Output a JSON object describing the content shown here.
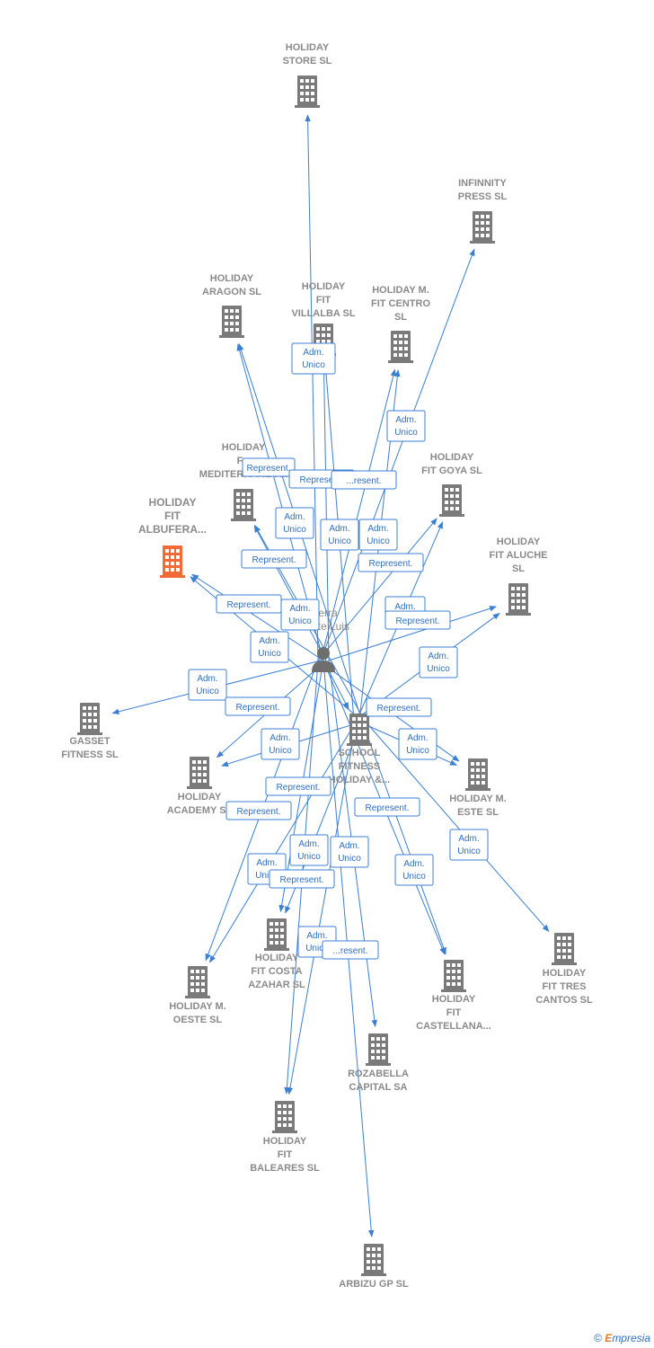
{
  "colors": {
    "edge": "#3b7fd4",
    "building": "#7a7a7a",
    "highlight_building": "#f06a35",
    "label_text": "#2f6fc2",
    "node_text": "#8a8a8a"
  },
  "person": {
    "id": "person",
    "lines": [
      "...erra",
      "...uste Luis"
    ],
    "icon": "person-icon"
  },
  "nodes": [
    {
      "id": "store",
      "lines": [
        "HOLIDAY",
        "STORE  SL"
      ],
      "icon": "building-icon"
    },
    {
      "id": "infinnity",
      "lines": [
        "INFINNITY",
        "PRESS SL"
      ],
      "icon": "building-icon"
    },
    {
      "id": "aragon",
      "lines": [
        "HOLIDAY",
        "ARAGON  SL"
      ],
      "icon": "building-icon"
    },
    {
      "id": "villalba",
      "lines": [
        "HOLIDAY",
        "FIT",
        "VILLALBA  SL"
      ],
      "icon": "building-icon"
    },
    {
      "id": "centro",
      "lines": [
        "HOLIDAY M.",
        "FIT CENTRO",
        "SL"
      ],
      "icon": "building-icon"
    },
    {
      "id": "mediterraneo",
      "lines": [
        "HOLIDAY",
        "F...",
        "MEDITERRANEO..."
      ],
      "icon": "building-icon"
    },
    {
      "id": "goya",
      "lines": [
        "HOLIDAY",
        "FIT GOYA  SL"
      ],
      "icon": "building-icon"
    },
    {
      "id": "albufera",
      "lines": [
        "HOLIDAY",
        "FIT",
        "ALBUFERA..."
      ],
      "icon": "building-icon",
      "highlight": true
    },
    {
      "id": "aluche",
      "lines": [
        "HOLIDAY",
        "FIT ALUCHE",
        "SL"
      ],
      "icon": "building-icon"
    },
    {
      "id": "gasset",
      "lines": [
        "GASSET",
        "FITNESS SL"
      ],
      "icon": "building-icon"
    },
    {
      "id": "school",
      "lines": [
        "SCHOOL",
        "FITNESS",
        "HOLIDAY &..."
      ],
      "icon": "building-icon"
    },
    {
      "id": "academy",
      "lines": [
        "HOLIDAY",
        "ACADEMY  SL"
      ],
      "icon": "building-icon"
    },
    {
      "id": "este",
      "lines": [
        "HOLIDAY M.",
        "ESTE  SL"
      ],
      "icon": "building-icon"
    },
    {
      "id": "costa",
      "lines": [
        "HOLIDAY",
        "FIT COSTA",
        "AZAHAR  SL"
      ],
      "icon": "building-icon"
    },
    {
      "id": "tres",
      "lines": [
        "HOLIDAY",
        "FIT TRES",
        "CANTOS  SL"
      ],
      "icon": "building-icon"
    },
    {
      "id": "oeste",
      "lines": [
        "HOLIDAY M.",
        "OESTE  SL"
      ],
      "icon": "building-icon"
    },
    {
      "id": "castellana",
      "lines": [
        "HOLIDAY",
        "FIT",
        "CASTELLANA..."
      ],
      "icon": "building-icon"
    },
    {
      "id": "rozabella",
      "lines": [
        "ROZABELLA",
        "CAPITAL SA"
      ],
      "icon": "building-icon"
    },
    {
      "id": "baleares",
      "lines": [
        "HOLIDAY",
        "FIT",
        "BALEARES  SL"
      ],
      "icon": "building-icon"
    },
    {
      "id": "arbizu",
      "lines": [
        "ARBIZU GP SL"
      ],
      "icon": "building-icon"
    }
  ],
  "edges": [
    {
      "from": "person",
      "to": "store"
    },
    {
      "from": "person",
      "to": "infinnity"
    },
    {
      "from": "person",
      "to": "aragon"
    },
    {
      "from": "school",
      "to": "aragon"
    },
    {
      "from": "person",
      "to": "villalba"
    },
    {
      "from": "school",
      "to": "villalba"
    },
    {
      "from": "person",
      "to": "centro"
    },
    {
      "from": "school",
      "to": "centro"
    },
    {
      "from": "person",
      "to": "mediterraneo"
    },
    {
      "from": "school",
      "to": "mediterraneo"
    },
    {
      "from": "person",
      "to": "goya"
    },
    {
      "from": "school",
      "to": "goya"
    },
    {
      "from": "person",
      "to": "albufera"
    },
    {
      "from": "school",
      "to": "albufera"
    },
    {
      "from": "person",
      "to": "aluche"
    },
    {
      "from": "school",
      "to": "aluche"
    },
    {
      "from": "person",
      "to": "gasset"
    },
    {
      "from": "person",
      "to": "school"
    },
    {
      "from": "person",
      "to": "academy"
    },
    {
      "from": "school",
      "to": "academy"
    },
    {
      "from": "person",
      "to": "este"
    },
    {
      "from": "school",
      "to": "este"
    },
    {
      "from": "person",
      "to": "costa"
    },
    {
      "from": "school",
      "to": "costa"
    },
    {
      "from": "school",
      "to": "tres"
    },
    {
      "from": "person",
      "to": "oeste"
    },
    {
      "from": "school",
      "to": "oeste"
    },
    {
      "from": "person",
      "to": "castellana"
    },
    {
      "from": "school",
      "to": "castellana"
    },
    {
      "from": "person",
      "to": "rozabella"
    },
    {
      "from": "person",
      "to": "baleares"
    },
    {
      "from": "school",
      "to": "baleares"
    },
    {
      "from": "person",
      "to": "arbizu"
    }
  ],
  "edge_labels": [
    {
      "id": "l1",
      "lines": [
        "Adm.",
        "Unico"
      ]
    },
    {
      "id": "l2",
      "lines": [
        "Adm.",
        "Unico"
      ]
    },
    {
      "id": "l3",
      "lines": [
        "Represent."
      ]
    },
    {
      "id": "l4",
      "lines": [
        "Represent."
      ]
    },
    {
      "id": "l5",
      "lines": [
        "...resent."
      ]
    },
    {
      "id": "l6",
      "lines": [
        "Adm.",
        "Unico"
      ]
    },
    {
      "id": "l7",
      "lines": [
        "Adm.",
        "Unico"
      ]
    },
    {
      "id": "l8",
      "lines": [
        "Adm.",
        "Unico"
      ]
    },
    {
      "id": "l9",
      "lines": [
        "Represent."
      ]
    },
    {
      "id": "l10",
      "lines": [
        "Represent."
      ]
    },
    {
      "id": "l11",
      "lines": [
        "Adm."
      ]
    },
    {
      "id": "l12",
      "lines": [
        "Represent."
      ]
    },
    {
      "id": "l13",
      "lines": [
        "Represent."
      ]
    },
    {
      "id": "l14",
      "lines": [
        "Adm.",
        "Unico"
      ]
    },
    {
      "id": "l15",
      "lines": [
        "Adm.",
        "Unico"
      ]
    },
    {
      "id": "l16",
      "lines": [
        "Adm.",
        "Unico"
      ]
    },
    {
      "id": "l17",
      "lines": [
        "Adm.",
        "Unico"
      ]
    },
    {
      "id": "l18",
      "lines": [
        "Represent."
      ]
    },
    {
      "id": "l19",
      "lines": [
        "Represent."
      ]
    },
    {
      "id": "l20",
      "lines": [
        "Adm.",
        "Unico"
      ]
    },
    {
      "id": "l21",
      "lines": [
        "Adm.",
        "Unico"
      ]
    },
    {
      "id": "l22",
      "lines": [
        "Represent."
      ]
    },
    {
      "id": "l23",
      "lines": [
        "Represent."
      ]
    },
    {
      "id": "l24",
      "lines": [
        "Represent."
      ]
    },
    {
      "id": "l25",
      "lines": [
        "Adm.",
        "Unico"
      ]
    },
    {
      "id": "l26",
      "lines": [
        "Adm.",
        "Unico"
      ]
    },
    {
      "id": "l27",
      "lines": [
        "Adm.",
        "Unico"
      ]
    },
    {
      "id": "l28",
      "lines": [
        "Adm.",
        "Unico"
      ]
    },
    {
      "id": "l29",
      "lines": [
        "Represent."
      ]
    },
    {
      "id": "l30",
      "lines": [
        "Adm.",
        "Unico"
      ]
    },
    {
      "id": "l31",
      "lines": [
        "Adm.",
        "Unico"
      ]
    },
    {
      "id": "l32",
      "lines": [
        "...resent."
      ]
    }
  ],
  "footer": {
    "copyright": "©",
    "brand_initial": "E",
    "brand_rest": "mpresia"
  }
}
